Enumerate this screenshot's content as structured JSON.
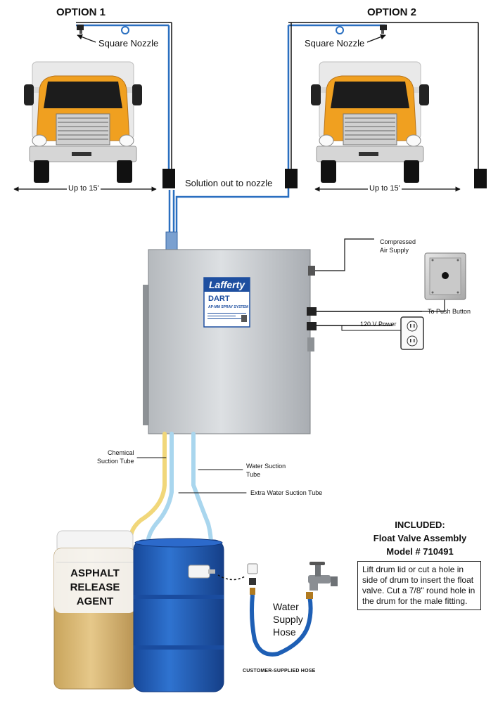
{
  "options": [
    {
      "title": "OPTION 1",
      "nozzle_label": "Square Nozzle",
      "span_label": "Up to 15'"
    },
    {
      "title": "OPTION 2",
      "nozzle_label": "Square Nozzle",
      "span_label": "Up to 15'"
    }
  ],
  "solution_label": "Solution out to nozzle",
  "cabinet": {
    "brand": "Lafferty",
    "product": "DART",
    "product_sub": "AP-MM SPRAY SYSTEM"
  },
  "connections": {
    "compressed_air": "Compressed\nAir Supply",
    "push_button": "To Push Button",
    "power": "120 V Power"
  },
  "tubes": {
    "chemical": "Chemical\nSuction Tube",
    "water": "Water Suction\nTube",
    "extra_water": "Extra Water Suction Tube"
  },
  "drum": {
    "label": "ASPHALT\nRELEASE\nAGENT"
  },
  "hose": {
    "label": "Water\nSupply\nHose",
    "customer_note": "CUSTOMER-SUPPLIED HOSE"
  },
  "included": {
    "heading": "INCLUDED:",
    "item": "Float Valve Assembly",
    "model": "Model # 710491",
    "instructions": "Lift drum lid or cut a hole in side of drum to insert the float valve. Cut a 7/8\" round hole in the drum for the male fitting."
  },
  "colors": {
    "blue_line": "#2a6fc0",
    "truck_orange": "#f0a020",
    "drum_blue": "#1f5bb5",
    "jug_amber": "#d9b060",
    "steel": "#c9cdd1"
  }
}
